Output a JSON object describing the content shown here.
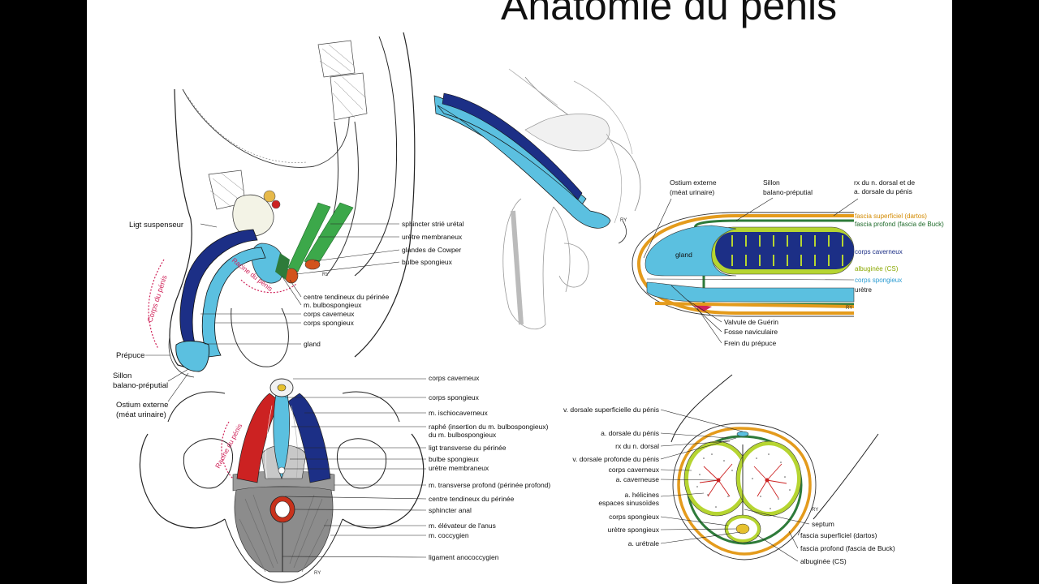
{
  "slide": {
    "title": "Anatomie du pénis",
    "artist_mark": "RY"
  },
  "colors": {
    "cavernous": "#1c2f86",
    "spongy": "#5bc0e0",
    "albuginea": "#b6d531",
    "buck_fascia": "#2e7b3a",
    "dartos": "#e49b1c",
    "muscle_red": "#cc2222",
    "pink_text": "#d0245a"
  },
  "sagittal": {
    "left_labels": {
      "suspensory": "Ligt suspenseur",
      "prepuce": "Prépuce",
      "sulcus": "Sillon\nbalano-préputial",
      "meatus": "Ostium externe\n(méat urinaire)"
    },
    "pink_labels": {
      "body": "Corps du pénis",
      "root": "Racine du pénis"
    },
    "right_labels": [
      "sphincter strié urétal",
      "urètre membraneux",
      "glandes de Cowper",
      "bulbe spongieux"
    ],
    "lower_labels": [
      "centre tendineux du périnée",
      "m. bulbospongieux",
      "corps caverneux",
      "corps spongieux",
      "gland"
    ]
  },
  "longitudinal": {
    "top_labels": {
      "meatus": "Ostium externe\n(méat urinaire)",
      "sulcus": "Sillon\nbalano-préputial",
      "dorsal": "rx du n. dorsal et de\na. dorsale du pénis"
    },
    "right_labels": [
      {
        "text": "fascia superficiel (dartos)",
        "color": "#d38a00"
      },
      {
        "text": "fascia profond (fascia de Buck)",
        "color": "#1f6b2b"
      },
      {
        "text": "corps caverneux",
        "color": "#1c2f86"
      },
      {
        "text": "albuginée (CS)",
        "color": "#8aa800"
      },
      {
        "text": "corps spongieux",
        "color": "#2a9bd1"
      },
      {
        "text": "urètre",
        "color": "#111111"
      }
    ],
    "inner_label": "gland",
    "bottom_labels": [
      "Valvule de Guérin",
      "Fosse naviculaire",
      "Frein du prépuce"
    ]
  },
  "perineum": {
    "pink_label": "Racine du pénis",
    "labels": [
      "corps caverneux",
      "corps spongieux",
      "m. ischiocaverneux",
      "raphé (insertion du m. bulbospongieux)\ndu m. bulbospongieux",
      "ligt transverse du périnée",
      "bulbe spongieux",
      "urètre membraneux",
      "m. transverse profond (périnée profond)",
      "centre tendineux du périnée",
      "sphincter anal",
      "m. élévateur de l'anus",
      "m. coccygien",
      "ligament anococcygien"
    ]
  },
  "cross_section": {
    "left_labels": [
      "v. dorsale superficielle du pénis",
      "a. dorsale du pénis",
      "rx du n. dorsal",
      "v. dorsale profonde du pénis",
      "corps caverneux",
      "a. caverneuse",
      "a. hélicines\nespaces sinusoïdes",
      "corps spongieux",
      "urètre spongieux",
      "a. urétrale"
    ],
    "right_labels": [
      "septum",
      "fascia superficiel (dartos)",
      "fascia profond (fascia de Buck)",
      "albuginée (CS)"
    ]
  }
}
